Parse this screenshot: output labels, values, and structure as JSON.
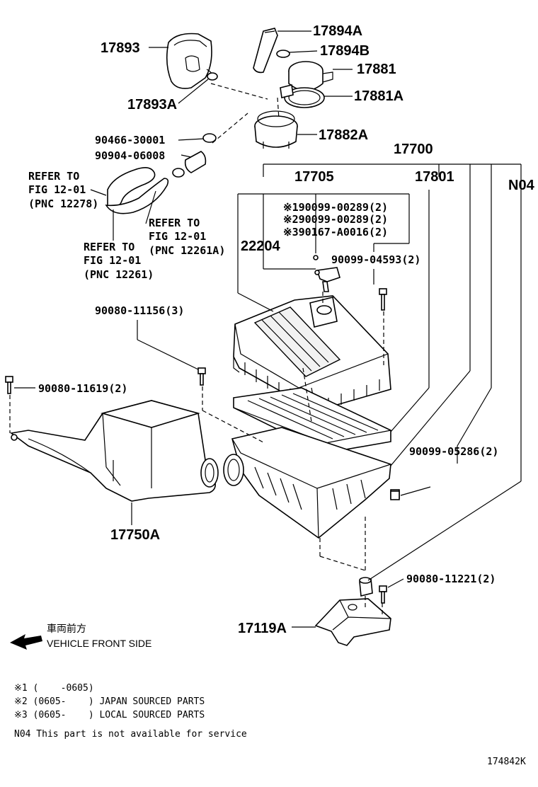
{
  "diagram_id": "174842K",
  "parts": {
    "p17893": "17893",
    "p17893A": "17893A",
    "p17894A": "17894A",
    "p17894B": "17894B",
    "p17881": "17881",
    "p17881A": "17881A",
    "p17882A": "17882A",
    "p90466": "90466-30001",
    "p90904": "90904-06008",
    "p17700": "17700",
    "p17705": "17705",
    "p17801": "17801",
    "pN04": "N04",
    "p22204": "22204",
    "s1": "※190099-00289(2)",
    "s2": "※290099-00289(2)",
    "s3": "※390167-A0016(2)",
    "p90099_04593": "90099-04593(2)",
    "p90080_11156": "90080-11156(3)",
    "p90080_11619": "90080-11619(2)",
    "p90099_05286": "90099-05286(2)",
    "p17750A": "17750A",
    "p90080_11221": "90080-11221(2)",
    "p17119A": "17119A"
  },
  "refs": {
    "ref1": [
      "REFER TO",
      "FIG 12-01",
      "(PNC 12278)"
    ],
    "ref2": [
      "REFER TO",
      "FIG 12-01",
      "(PNC 12261A)"
    ],
    "ref3": [
      "REFER TO",
      "FIG 12-01",
      "(PNC 12261)"
    ]
  },
  "direction": {
    "jp": "車両前方",
    "en": "VEHICLE FRONT SIDE"
  },
  "notes": {
    "n1": "※1 (    -0605)",
    "n2": "※2 (0605-    ) JAPAN SOURCED PARTS",
    "n3": "※3 (0605-    ) LOCAL SOURCED PARTS",
    "n4": "N04 This part is not available for service"
  }
}
